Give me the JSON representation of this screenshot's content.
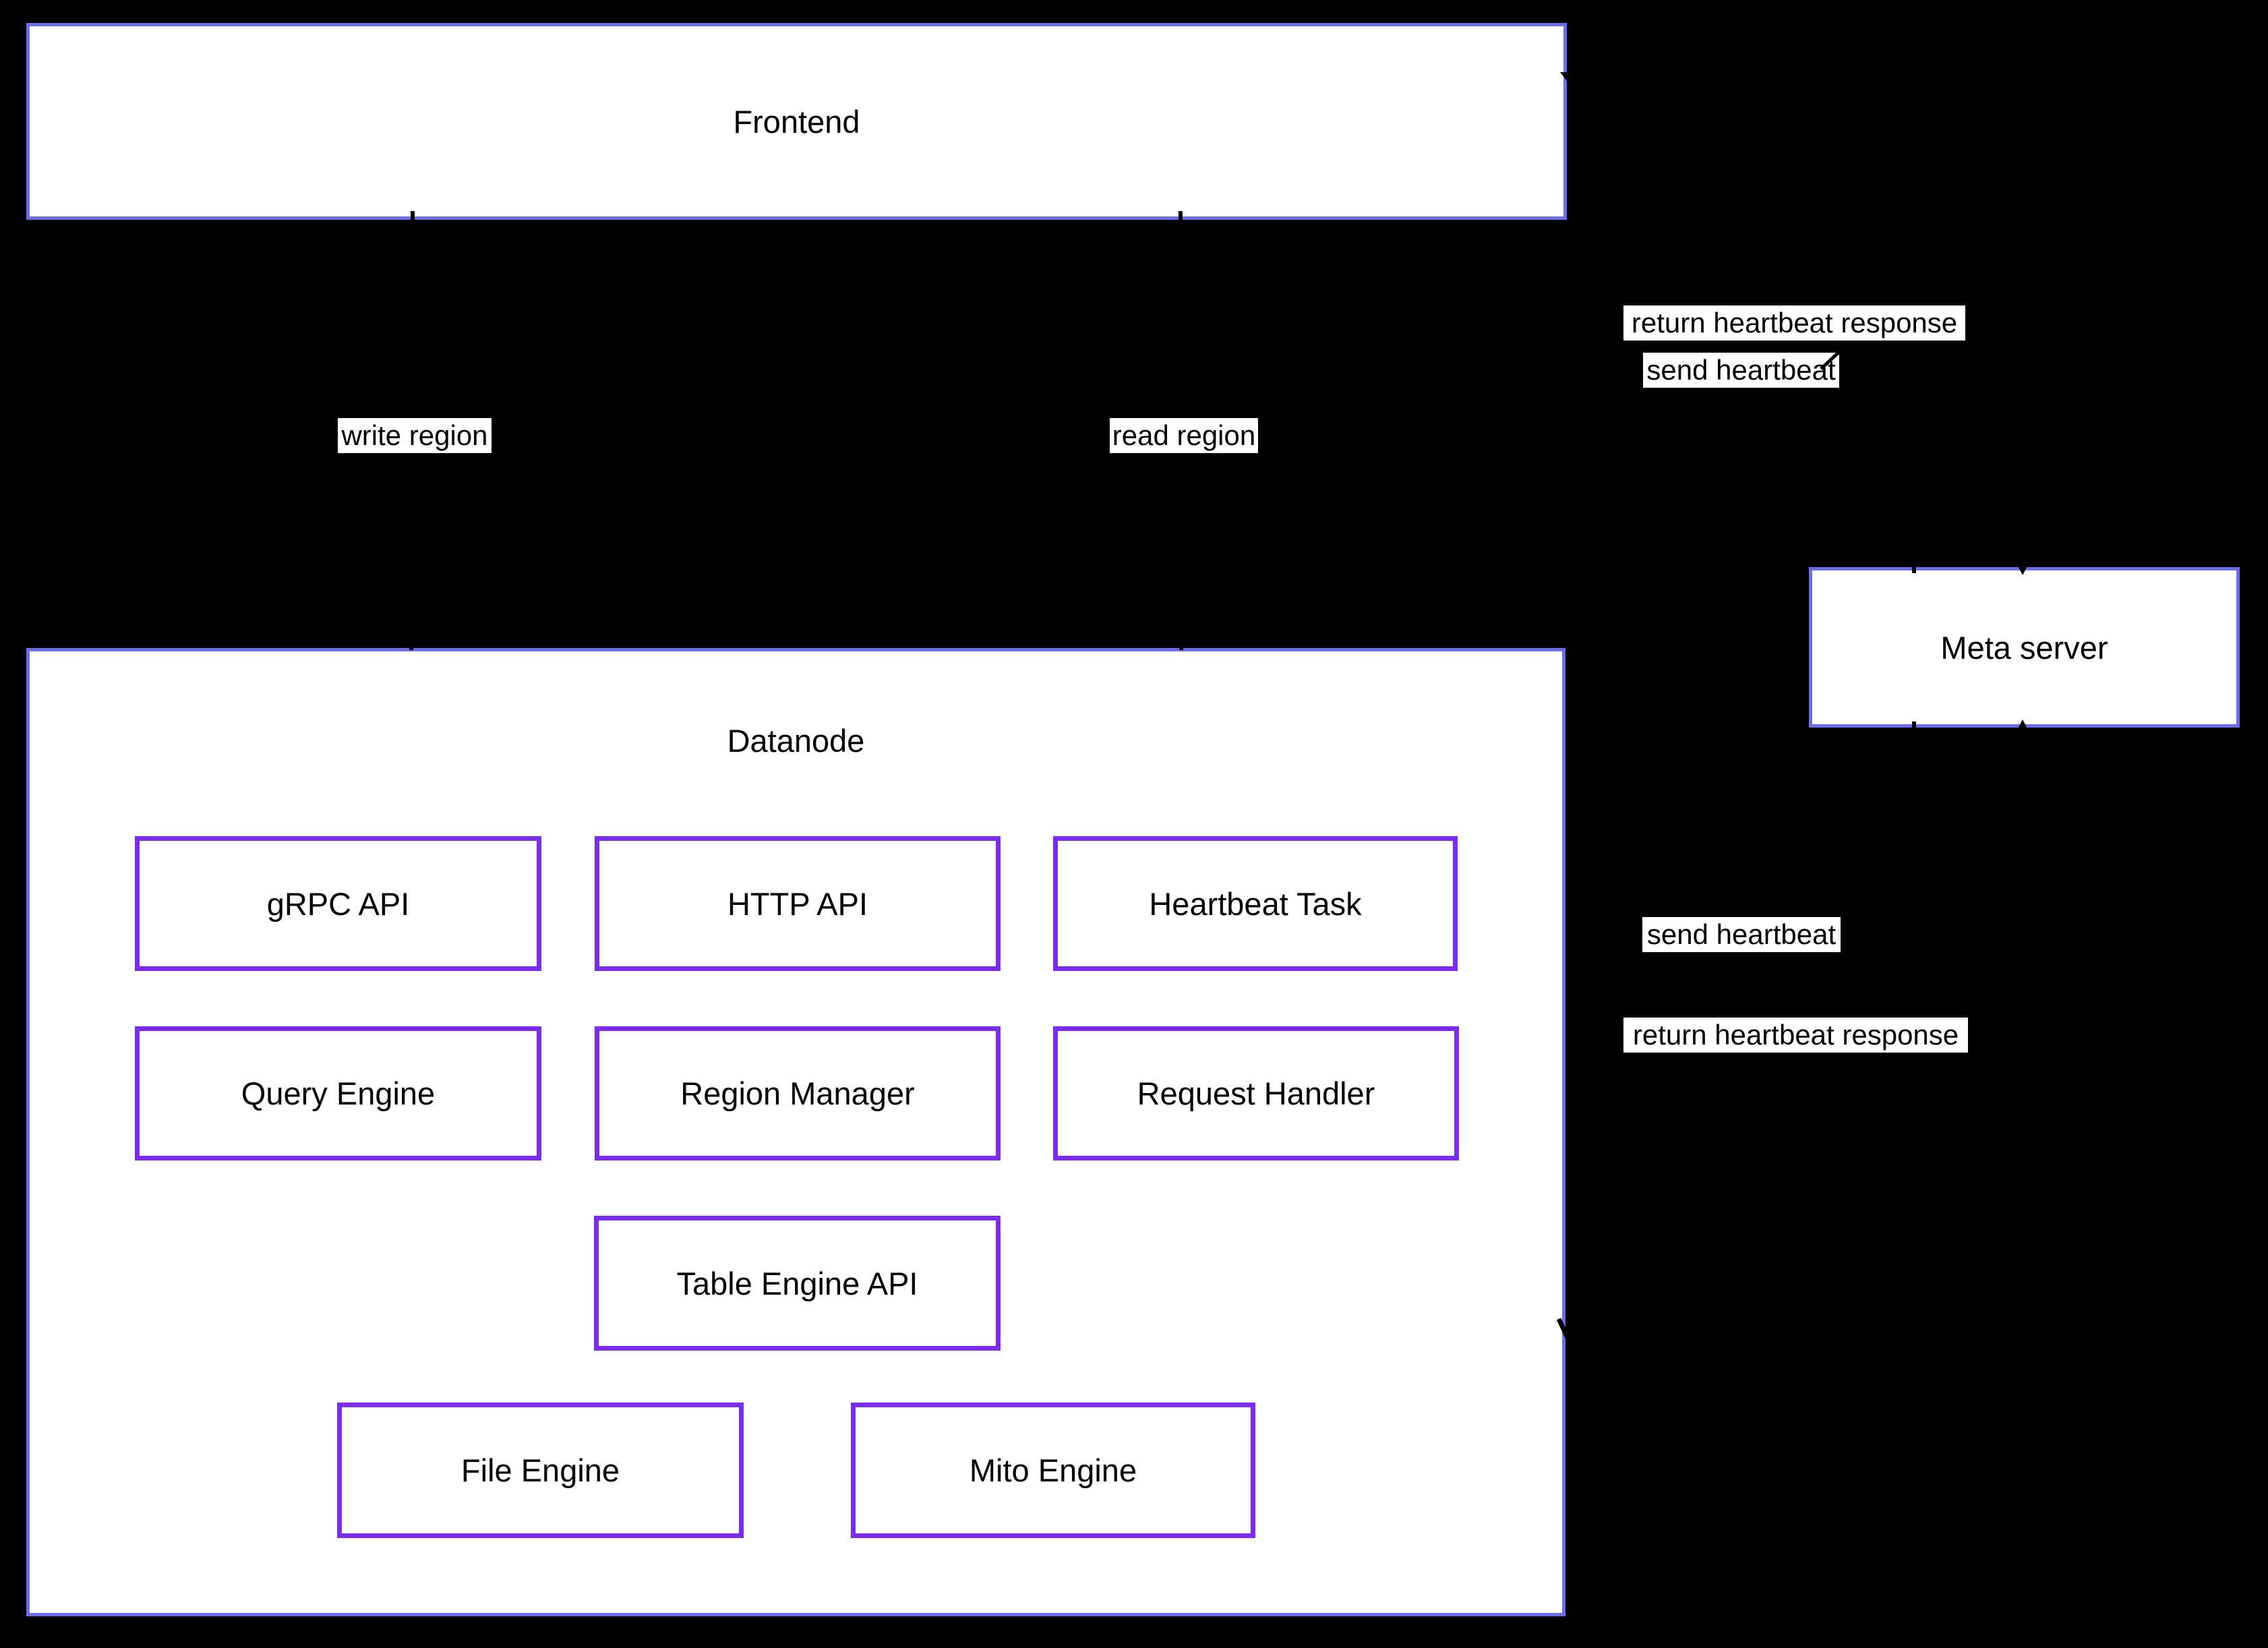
{
  "nodes": {
    "frontend": {
      "label": "Frontend"
    },
    "datanode": {
      "label": "Datanode"
    },
    "meta_server": {
      "label": "Meta server"
    }
  },
  "components": [
    {
      "id": "grpc-api",
      "label": "gRPC API"
    },
    {
      "id": "http-api",
      "label": "HTTP API"
    },
    {
      "id": "heartbeat-task",
      "label": "Heartbeat Task"
    },
    {
      "id": "query-engine",
      "label": "Query Engine"
    },
    {
      "id": "region-manager",
      "label": "Region Manager"
    },
    {
      "id": "request-handler",
      "label": "Request Handler"
    },
    {
      "id": "table-engine-api",
      "label": "Table Engine API"
    },
    {
      "id": "file-engine",
      "label": "File Engine"
    },
    {
      "id": "mito-engine",
      "label": "Mito Engine"
    }
  ],
  "edge_labels": [
    {
      "id": "write-region",
      "text": "write region"
    },
    {
      "id": "read-region",
      "text": "read region"
    },
    {
      "id": "return-heartbeat-top",
      "text": "return heartbeat response"
    },
    {
      "id": "send-heartbeat-top",
      "text": "send heartbeat"
    },
    {
      "id": "send-heartbeat-mid",
      "text": "send heartbeat"
    },
    {
      "id": "return-heartbeat-mid",
      "text": "return heartbeat response"
    }
  ],
  "colors": {
    "background": "#000000",
    "container_border": "#6c6cf0",
    "component_border": "#7c2bf0",
    "node_fill": "#ffffff",
    "label_bg": "#ffffff",
    "text": "#000000",
    "edge": "#000000"
  }
}
